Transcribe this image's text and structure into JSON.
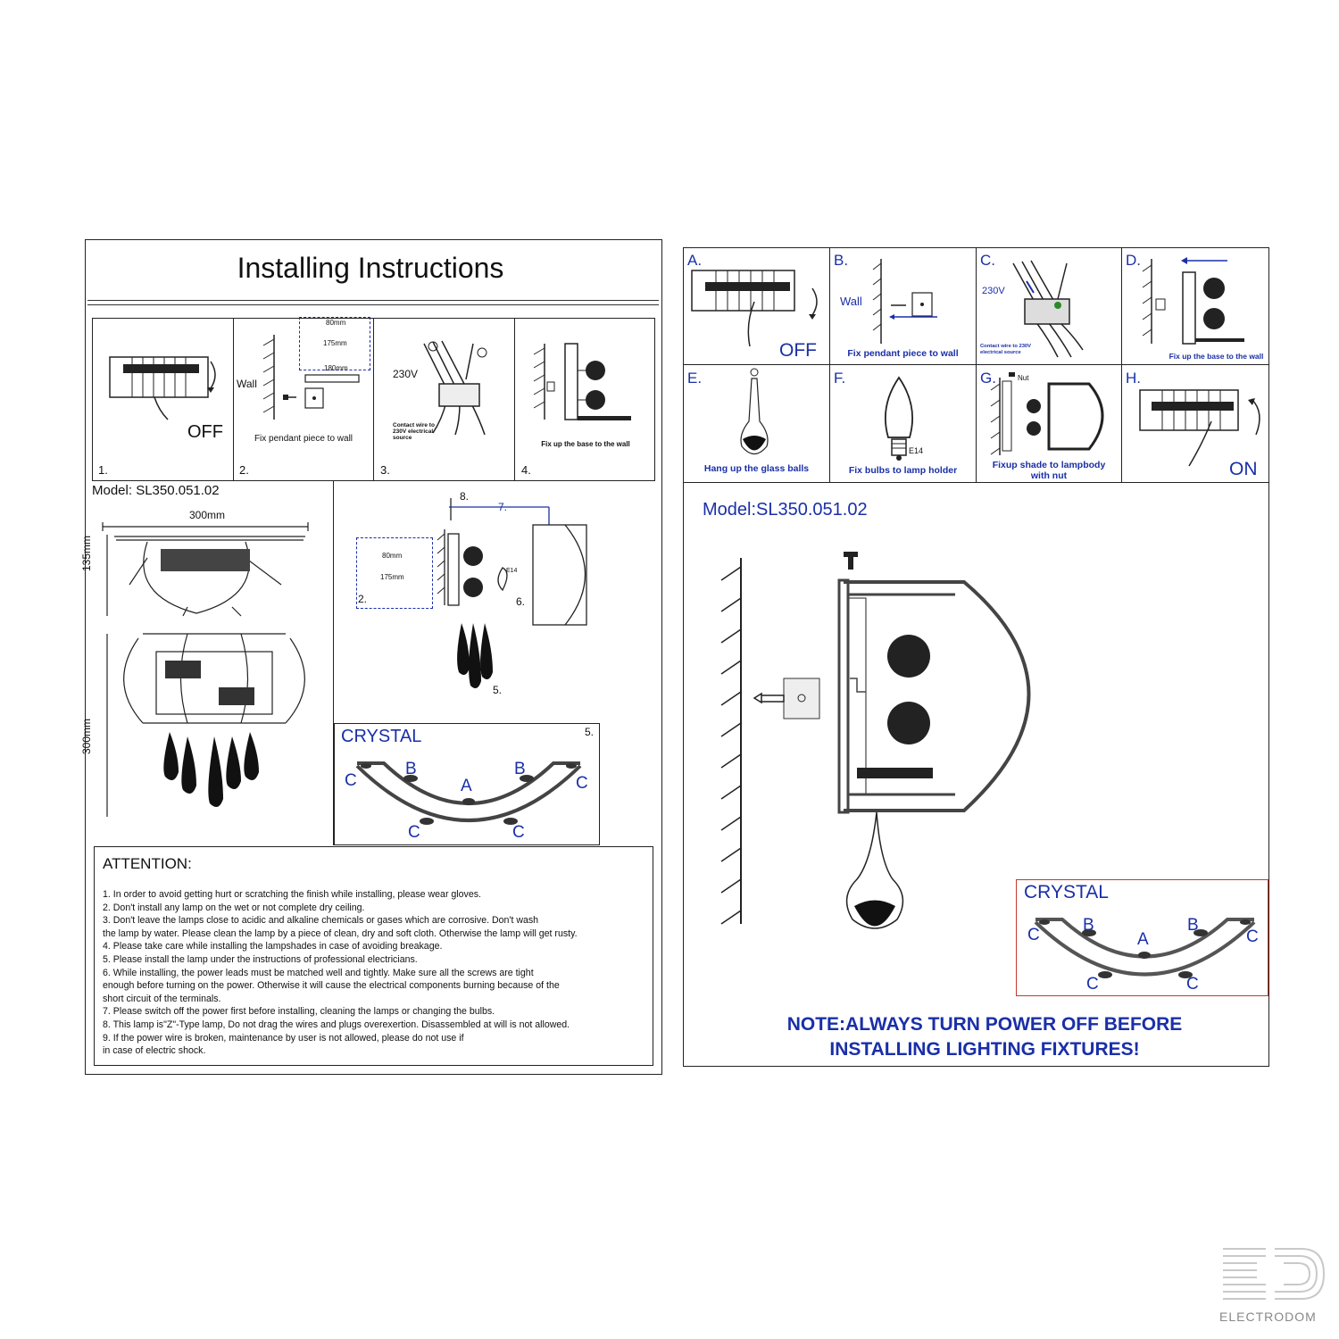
{
  "left_sheet": {
    "title": "Installing Instructions",
    "steps": [
      {
        "num": "1.",
        "label": "OFF",
        "caption": ""
      },
      {
        "num": "2.",
        "wall": "Wall",
        "caption": "Fix pendant piece to wall",
        "dims": [
          "80mm",
          "175mm",
          "180mm"
        ]
      },
      {
        "num": "3.",
        "voltage": "230V",
        "caption": "Contact wire to 230V electrical source"
      },
      {
        "num": "4.",
        "caption": "Fix up the base to the wall"
      }
    ],
    "model": "Model: SL350.051.02",
    "dims": {
      "width": "300mm",
      "depth": "135mm",
      "height": "300mm"
    },
    "assembly": {
      "step8": "8.",
      "step7": "7.",
      "step2": "2.",
      "step6": "6.",
      "step5": "5.",
      "e14": "E14",
      "dim80": "80mm",
      "dim175": "175mm"
    },
    "crystal": {
      "title": "CRYSTAL",
      "num": "5.",
      "letters": {
        "a": "A",
        "b": "B",
        "c": "C"
      }
    },
    "attention": {
      "title": "ATTENTION:",
      "lines": [
        "1. In order to avoid getting hurt or scratching the finish while installing, please wear gloves.",
        "2. Don't install any lamp on the wet or not complete dry ceiling.",
        "3. Don't leave the lamps close to acidic and alkaline chemicals or gases which are corrosive. Don't wash",
        "the lamp by water. Please clean the lamp by a piece of clean, dry and soft cloth. Otherwise the lamp will get rusty.",
        "4. Please take care while installing the lampshades in case of avoiding breakage.",
        "5. Please install the lamp under the instructions of professional electricians.",
        "6. While installing, the power leads must be matched well and tightly. Make sure all the screws are tight",
        "enough before turning on the power. Otherwise it will cause the electrical components burning because of the",
        "short circuit of the terminals.",
        "7. Please switch off the power first before installing, cleaning the lamps or changing the bulbs.",
        "8. This lamp is\"Z\"-Type lamp, Do not drag the wires and plugs overexertion. Disassembled at will is not allowed.",
        "9. If the power wire is broken, maintenance by user is not allowed, please do not use if",
        "in case of electric shock."
      ]
    }
  },
  "right_sheet": {
    "panels": [
      {
        "letter": "A.",
        "label": "OFF",
        "caption": ""
      },
      {
        "letter": "B.",
        "wall": "Wall",
        "caption": "Fix pendant piece to wall"
      },
      {
        "letter": "C.",
        "voltage": "230V",
        "caption": "Contact wire to 230V electrical source"
      },
      {
        "letter": "D.",
        "caption": "Fix up the base to the wall"
      },
      {
        "letter": "E.",
        "caption": "Hang up the glass balls"
      },
      {
        "letter": "F.",
        "e14": "E14",
        "caption": "Fix bulbs to lamp holder"
      },
      {
        "letter": "G.",
        "nut": "Nut",
        "caption": "Fixup shade to lampbody with nut"
      },
      {
        "letter": "H.",
        "label": "ON",
        "caption": ""
      }
    ],
    "model": "Model:SL350.051.02",
    "crystal": {
      "title": "CRYSTAL",
      "letters": {
        "a": "A",
        "b": "B",
        "c": "C"
      }
    },
    "note": [
      "NOTE:ALWAYS TURN POWER OFF BEFORE",
      "INSTALLING LIGHTING FIXTURES!"
    ]
  },
  "watermark": {
    "text": "ELECTRODOM"
  },
  "colors": {
    "blue": "#1a2fa8",
    "red": "#c0392b",
    "line": "#222222"
  }
}
